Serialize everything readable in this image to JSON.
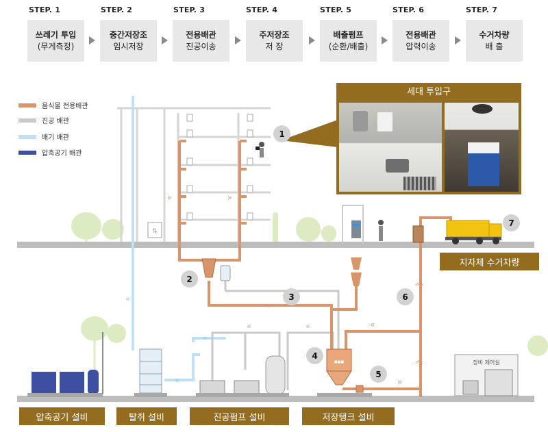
{
  "steps": [
    {
      "step": "STEP. 1",
      "line1": "쓰레기 투입",
      "line2": "(무게측정)"
    },
    {
      "step": "STEP. 2",
      "line1": "중간저장조",
      "line2": "임시저장"
    },
    {
      "step": "STEP. 3",
      "line1": "전용배관",
      "line2": "진공이송"
    },
    {
      "step": "STEP. 4",
      "line1": "주저장조",
      "line2": "저 장"
    },
    {
      "step": "STEP. 5",
      "line1": "배출펌프",
      "line2": "(순환/배출)"
    },
    {
      "step": "STEP. 6",
      "line1": "전용배관",
      "line2": "압력이송"
    },
    {
      "step": "STEP. 7",
      "line1": "수거차량",
      "line2": "배 출"
    }
  ],
  "legend": [
    {
      "label": "음식물 전용배관",
      "color": "#d9956a"
    },
    {
      "label": "진공 배관",
      "color": "#c9c9c9"
    },
    {
      "label": "배기 배관",
      "color": "#bfe0f6"
    },
    {
      "label": "압축공기 배관",
      "color": "#3d4fa0"
    }
  ],
  "photo_title": "세대 투입구",
  "facility_labels": {
    "compressor": "압축공기 설비",
    "deodorizer": "탈취 설비",
    "vacuum_pump": "진공펌프 설비",
    "storage_tank": "저장탱크 설비",
    "truck": "지자체 수거차량"
  },
  "markers": [
    "1",
    "2",
    "3",
    "4",
    "5",
    "6",
    "7"
  ],
  "control_room": "장비 제어실",
  "colors": {
    "food_pipe": "#d9956a",
    "vacuum_pipe": "#c9c9c9",
    "exhaust_pipe": "#bfe0f6",
    "air_pipe": "#3d4fa0",
    "label_gold": "#946c1f",
    "ground": "#bdbdbd",
    "tree": "#dcebc2",
    "truck_body": "#f2c311"
  }
}
